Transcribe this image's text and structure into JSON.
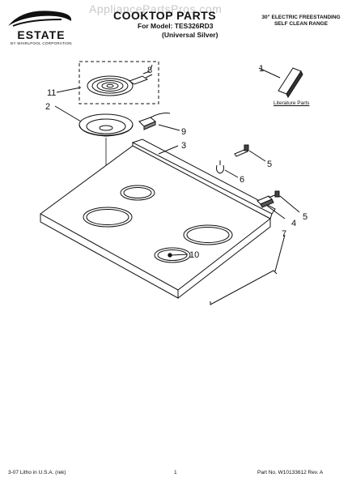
{
  "watermark": "AppliancePartsPros.com",
  "brand": {
    "name": "ESTATE",
    "subtitle": "BY WHIRLPOOL CORPORATION"
  },
  "header": {
    "title": "COOKTOP PARTS",
    "model_line": "For Model: TES326RD3",
    "variant_line": "(Universal Silver)",
    "desc_line1": "30\" ELECTRIC FREESTANDING",
    "desc_line2": "SELF CLEAN RANGE"
  },
  "literature_label": "Literature Parts",
  "callouts": [
    "1",
    "2",
    "3",
    "4",
    "5",
    "5",
    "6",
    "7",
    "8",
    "9",
    "10",
    "11"
  ],
  "footer": {
    "left": "3-07 Litho in U.S.A. (rek)",
    "center": "1",
    "right": "Part No. W10133612 Rev. A"
  }
}
